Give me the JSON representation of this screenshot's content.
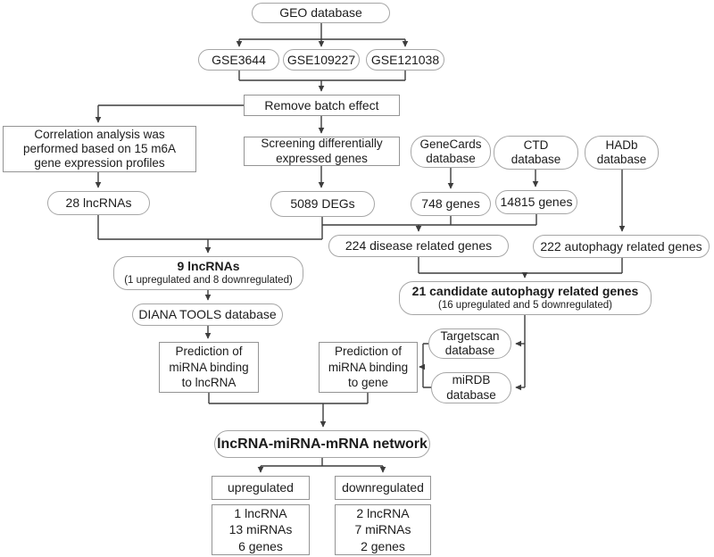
{
  "colors": {
    "background": "#ffffff",
    "box_border": "#a6a6a6",
    "rect_border": "#949494",
    "connector": "#3d3d3d",
    "text": "#1c1c1c"
  },
  "nodes": {
    "geo": {
      "label": "GEO database"
    },
    "gse3644": {
      "label": "GSE3644"
    },
    "gse109227": {
      "label": "GSE109227"
    },
    "gse121038": {
      "label": "GSE121038"
    },
    "remove_batch": {
      "label": "Remove batch effect"
    },
    "correlation": {
      "lines": [
        "Correlation analysis was",
        "performed based on 15 m6A",
        "gene expression profiles"
      ]
    },
    "screening": {
      "lines": [
        "Screening differentially",
        "expressed genes"
      ]
    },
    "genecards": {
      "lines": [
        "GeneCards",
        "database"
      ]
    },
    "ctd": {
      "lines": [
        "CTD",
        "database"
      ]
    },
    "hadb": {
      "lines": [
        "HADb",
        "database"
      ]
    },
    "lncrnas28": {
      "label": "28 lncRNAs"
    },
    "degs5089": {
      "label": "5089 DEGs"
    },
    "genes748": {
      "label": "748 genes"
    },
    "genes14815": {
      "label": "14815 genes"
    },
    "disease224": {
      "label": "224 disease related  genes"
    },
    "autophagy222": {
      "label": "222 autophagy related genes"
    },
    "lncrnas9": {
      "title": "9 lncRNAs",
      "subtitle": "(1 upregulated and 8 downregulated)"
    },
    "candidate21": {
      "title": "21 candidate autophagy related genes",
      "subtitle": "(16 upregulated and 5 downregulated)"
    },
    "diana": {
      "label": "DIANA TOOLS database"
    },
    "targetscan": {
      "lines": [
        "Targetscan",
        "database"
      ]
    },
    "mirdb": {
      "lines": [
        "miRDB",
        "database"
      ]
    },
    "pred_lncrna": {
      "lines": [
        "Prediction of",
        "miRNA binding",
        "to lncRNA"
      ]
    },
    "pred_gene": {
      "lines": [
        "Prediction of",
        "miRNA binding",
        "to gene"
      ]
    },
    "network": {
      "label": "lncRNA-miRNA-mRNA network"
    },
    "upregulated": {
      "label": "upregulated"
    },
    "downregulated": {
      "label": "downregulated"
    },
    "up_counts": {
      "lines": [
        "1 lncRNA",
        "13 miRNAs",
        "6 genes"
      ]
    },
    "down_counts": {
      "lines": [
        "2 lncRNA",
        "7 miRNAs",
        "2 genes"
      ]
    }
  }
}
